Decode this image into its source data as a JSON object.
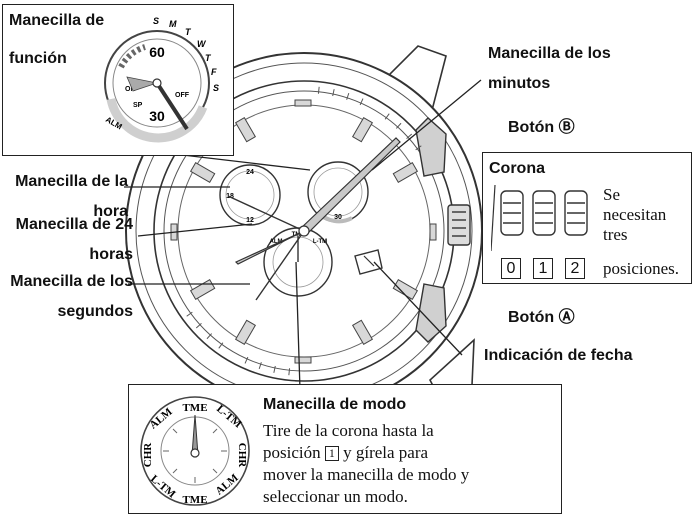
{
  "labels": {
    "funcion_1": "Manecilla de",
    "funcion_2": "función",
    "minutos_1": "Manecilla de los",
    "minutos_2": "minutos",
    "boton_b": "Botón Ⓑ",
    "boton_a": "Botón Ⓐ",
    "hora_1": "Manecilla de la",
    "hora_2": "hora",
    "h24_1": "Manecilla de 24",
    "h24_2": "horas",
    "segundos_1": "Manecilla de los",
    "segundos_2": "segundos",
    "fecha": "Indicación de fecha"
  },
  "corona": {
    "title": "Corona",
    "positions": [
      "0",
      "1",
      "2"
    ],
    "note": [
      "Se",
      "necesitan",
      "tres",
      "posiciones."
    ]
  },
  "modo": {
    "title": "Manecilla de modo",
    "text_1": "Tire de la corona hasta la",
    "text_2a": "posición",
    "text_2_box": "1",
    "text_2b": "y gírela para",
    "text_3": "mover la manecilla de modo y",
    "text_4": "seleccionar un modo.",
    "dial_labels": [
      "TME",
      "L-TM",
      "CHR",
      "ALM",
      "TME",
      "L-TM",
      "CHR",
      "ALM"
    ]
  },
  "function_dial": {
    "days": [
      "S",
      "M",
      "T",
      "W",
      "T",
      "F",
      "S"
    ],
    "top": "60",
    "bottom": "30",
    "on": "ON",
    "off": "OFF",
    "alm": "ALM",
    "sp": "SP"
  },
  "sub_dials": {
    "h24_marks": [
      "24",
      "18",
      "12"
    ],
    "function_mini": [
      "30"
    ]
  }
}
